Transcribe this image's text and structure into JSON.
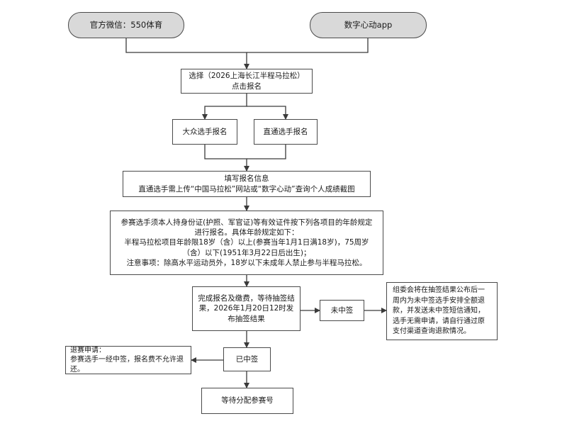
{
  "nodes": {
    "wechat": "官方微信：550体育",
    "app": "数字心动app",
    "select": "选择（2026上海长江半程马拉松）\n点击报名",
    "public": "大众选手报名",
    "direct": "直通选手报名",
    "fill": "填写报名信息\n直通选手需上传“中国马拉松”网站或“数字心动”查询个人成绩截图",
    "rules": "参赛选手须本人持身份证(护照、军官证)等有效证件按下列各项目的年龄规定进行报名。具体年龄规定如下：\n半程马拉松项目年龄限18岁（含）以上(参赛当年1月1日满18岁)，75周岁（含）以下(1951年3月22日后出生)；\n注意事项：除高水平运动员外，18岁以下未成年人禁止参与半程马拉松。",
    "pay": "完成报名及缴费，等待抽签结果，2026年1月20日12时发布抽签结果",
    "notwin": "未中签",
    "refund_note": "组委会将在抽签结果公布后一周内为未中签选手安排全额退款，并发送未中签短信通知，选手无需申请，请自行通过原支付渠道查询退款情况。",
    "won": "已中签",
    "withdraw": "退赛申请：\n参赛选手一经中签，报名费不允许退还。",
    "wait": "等待分配参赛号"
  }
}
